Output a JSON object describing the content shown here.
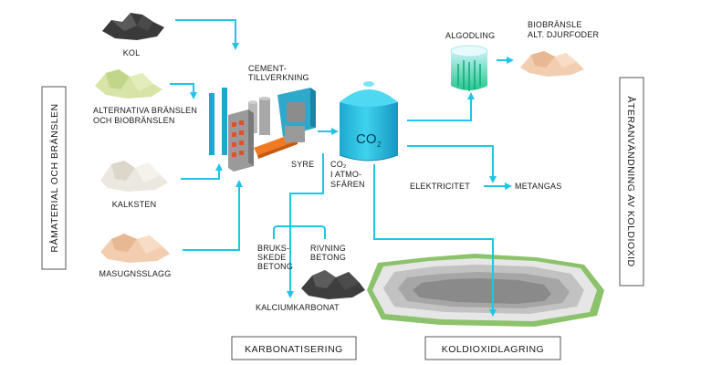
{
  "sources": {
    "kol": "KOL",
    "alt_line1": "ALTERNATIVA BRÄNSLEN",
    "alt_line2": "OCH BIOBRÄNSLEN",
    "kalksten": "KALKSTEN",
    "masugnsslagg": "MASUGNSSLAGG"
  },
  "plant": {
    "line1": "CEMENT-",
    "line2": "TILLVERKNING"
  },
  "tank": {
    "label": "CO",
    "subscript": "2"
  },
  "capture": {
    "syre": "SYRE",
    "co2_line1": "CO₂",
    "co2_line2": "I ATMO-",
    "co2_line3": "SFÄREN"
  },
  "concrete": {
    "bruks_line1": "BRUKS-",
    "bruks_line2": "SKEDE",
    "bruks_line3": "BETONG",
    "rivning_line1": "RIVNING",
    "rivning_line2": "BETONG",
    "kalcium": "KALCIUMKARBONAT"
  },
  "reuse": {
    "algodling": "ALGODLING",
    "bio_line1": "BIOBRÄNSLE",
    "bio_line2": "ALT. DJURFODER",
    "elektricitet": "ELEKTRICITET",
    "metangas": "METANGAS"
  },
  "boxes": {
    "left": "RÅMATERIAL OCH BRÄNSLEN",
    "right": "ÅTERANVÄNDNING AV KOLDIOXID",
    "karbonatisering": "KARBONATISERING",
    "koldioxidlagring": "KOLDIOXIDLAGRING"
  },
  "colors": {
    "arrow": "#1fc5e8",
    "tank": "#25c1e4",
    "box_border": "#555555"
  }
}
